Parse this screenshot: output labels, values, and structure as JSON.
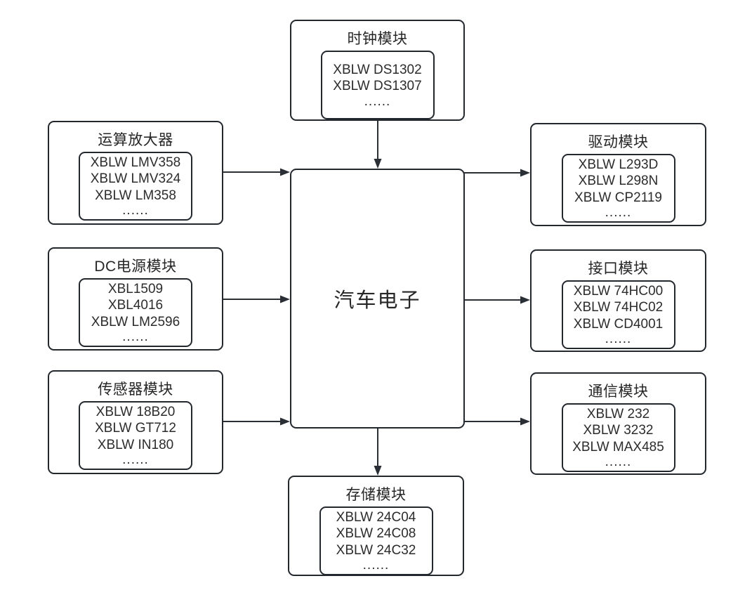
{
  "diagram": {
    "center": {
      "title": "汽车电子"
    },
    "nodes": {
      "clock": {
        "title": "时钟模块",
        "items": [
          "XBLW DS1302",
          "XBLW DS1307",
          "......"
        ]
      },
      "opamp": {
        "title": "运算放大器",
        "items": [
          "XBLW LMV358",
          "XBLW LMV324",
          "XBLW LM358",
          "......"
        ]
      },
      "dc_power": {
        "title": "DC电源模块",
        "items": [
          "XBL1509",
          "XBL4016",
          "XBLW LM2596",
          "......"
        ]
      },
      "sensor": {
        "title": "传感器模块",
        "items": [
          "XBLW 18B20",
          "XBLW GT712",
          "XBLW IN180",
          "......"
        ]
      },
      "driver": {
        "title": "驱动模块",
        "items": [
          "XBLW L293D",
          "XBLW L298N",
          "XBLW CP2119",
          "......"
        ]
      },
      "interface": {
        "title": "接口模块",
        "items": [
          "XBLW 74HC00",
          "XBLW 74HC02",
          "XBLW CD4001",
          "......"
        ]
      },
      "comm": {
        "title": "通信模块",
        "items": [
          "XBLW 232",
          "XBLW 3232",
          "XBLW MAX485",
          "......"
        ]
      },
      "storage": {
        "title": "存储模块",
        "items": [
          "XBLW 24C04",
          "XBLW 24C08",
          "XBLW 24C32",
          "......"
        ]
      }
    },
    "connections": [
      {
        "from": "clock",
        "to": "center"
      },
      {
        "from": "opamp",
        "to": "center"
      },
      {
        "from": "dc_power",
        "to": "center"
      },
      {
        "from": "sensor",
        "to": "center"
      },
      {
        "from": "center",
        "to": "driver"
      },
      {
        "from": "center",
        "to": "interface"
      },
      {
        "from": "center",
        "to": "comm"
      },
      {
        "from": "center",
        "to": "storage"
      }
    ],
    "colors": {
      "stroke": "#23282e",
      "text": "#262626",
      "background": "#ffffff"
    }
  }
}
